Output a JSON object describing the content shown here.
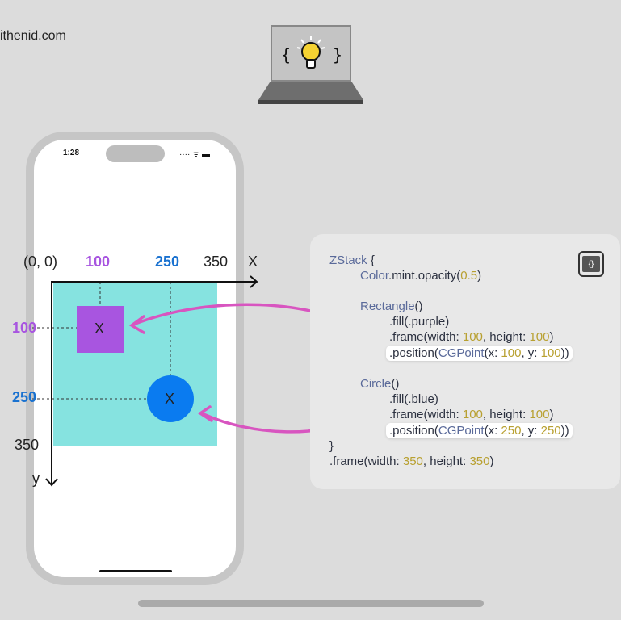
{
  "site": "ithenid.com",
  "phone": {
    "time": "1:28",
    "status": "···· ᯤ ▬"
  },
  "axes": {
    "origin": "(0, 0)",
    "x100": "100",
    "x250": "250",
    "x350": "350",
    "x_label": "X",
    "y100": "100",
    "y250": "250",
    "y350": "350",
    "y_label": "y",
    "mark": "X"
  },
  "colors": {
    "purple": "#a855e0",
    "blue": "#0a7bf0",
    "mint": "#86e3e0",
    "arrow": "#d855c0"
  },
  "code": {
    "l1a": "ZStack",
    "l1b": " {",
    "l2a": "Color",
    "l2b": ".mint.opacity(",
    "l2c": "0.5",
    "l2d": ")",
    "l3a": "Rectangle",
    "l3b": "()",
    "l4": ".fill(.purple)",
    "l5a": ".frame(width: ",
    "l5b": "100",
    "l5c": ", height: ",
    "l5d": "100",
    "l5e": ")",
    "l6a": ".position(",
    "l6b": "CGPoint",
    "l6c": "(x: ",
    "l6d": "100",
    "l6e": ", y: ",
    "l6f": "100",
    "l6g": "))",
    "l7a": "Circle",
    "l7b": "()",
    "l8": ".fill(.blue)",
    "l9a": ".frame(width: ",
    "l9b": "100",
    "l9c": ", height: ",
    "l9d": "100",
    "l9e": ")",
    "l10a": ".position(",
    "l10b": "CGPoint",
    "l10c": "(x: ",
    "l10d": "250",
    "l10e": ", y: ",
    "l10f": "250",
    "l10g": "))",
    "l11": "}",
    "l12a": ".frame(width: ",
    "l12b": "350",
    "l12c": ", height: ",
    "l12d": "350",
    "l12e": ")",
    "button": "{}"
  }
}
